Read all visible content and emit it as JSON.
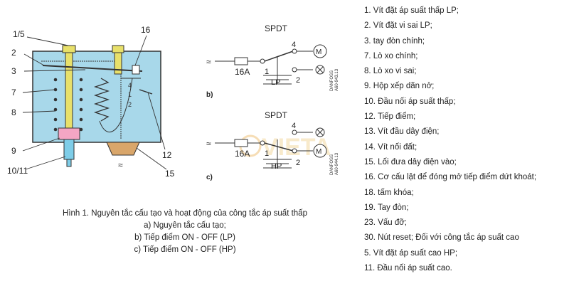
{
  "diagram": {
    "callouts_a": [
      "1/5",
      "2",
      "3",
      "7",
      "8",
      "9",
      "10/11",
      "16",
      "12",
      "15"
    ],
    "switch_pins_a": [
      "4",
      "1",
      "2"
    ],
    "spdt_b": {
      "heading": "SPDT",
      "panel": "b)",
      "current": "16A",
      "pin1": "1",
      "pin4": "4",
      "pin2": "2",
      "bellows": "LP",
      "motor": "M",
      "vertical_note_1": "DANFOSS",
      "vertical_note_2": "A60-943.13"
    },
    "spdt_c": {
      "heading": "SPDT",
      "panel": "c)",
      "current": "16A",
      "pin1": "1",
      "pin4": "4",
      "pin2": "2",
      "bellows": "HP",
      "motor": "M",
      "vertical_note_1": "DANFOSS",
      "vertical_note_2": "A60-944.13"
    },
    "watermark": "VIETA",
    "colors": {
      "body": "#a8d8ea",
      "screw": "#e8e06a",
      "connector_pink": "#f4a6c4",
      "connector_blue": "#7ecde8",
      "connector_tan": "#d9a66a",
      "watermark": "#f3d9a2"
    }
  },
  "caption": {
    "title": "Hình 1. Nguyên tắc cấu tạo và hoạt động của công tắc áp suất thấp",
    "line_a": "a) Nguyên tắc cấu tạo;",
    "line_b": "b) Tiếp điểm ON - OFF (LP)",
    "line_c": "c) Tiếp điểm ON - OFF (HP)"
  },
  "legend": [
    "1. Vít đặt áp suất thấp LP;",
    "2. Vít đặt vi sai LP;",
    "3. tay đòn chính;",
    "7. Lò xo chính;",
    "8. Lò xo vi sai;",
    "9. Hộp xếp dãn nở;",
    "10. Đầu nối áp suất thấp;",
    "12. Tiếp điểm;",
    "13. Vít đầu dây điện;",
    "14. Vít nối đất;",
    "15. Lối đưa dây điện vào;",
    "16. Cơ cấu lật để đóng mở tiếp điểm dứt khoát;",
    "18. tấm khóa;",
    "19. Tay đòn;",
    "23. Vấu đỡ;",
    "30. Nút reset; Đối với công tắc áp suất cao",
    "5. Vít đặt áp suất cao HP;",
    "11. Đầu nối áp suất cao."
  ]
}
